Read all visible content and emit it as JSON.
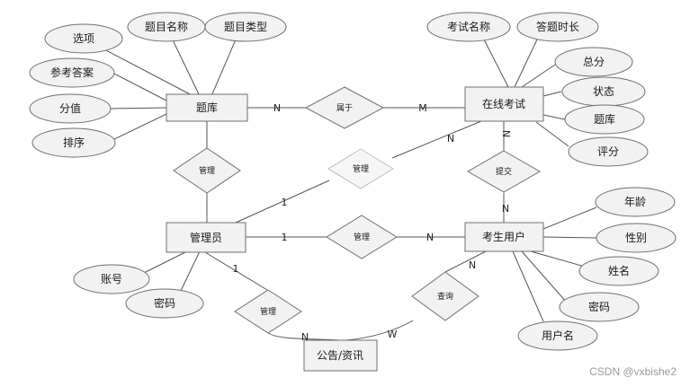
{
  "entities": {
    "question_bank": "题库",
    "online_exam": "在线考试",
    "admin": "管理员",
    "examinee": "考生用户",
    "notice": "公告/资讯"
  },
  "attributes": {
    "question_bank": [
      "选项",
      "题目名称",
      "题目类型",
      "参考答案",
      "分值",
      "排序"
    ],
    "online_exam": [
      "考试名称",
      "答题时长",
      "总分",
      "状态",
      "题库",
      "评分"
    ],
    "admin": [
      "账号",
      "密码"
    ],
    "examinee": [
      "年龄",
      "性别",
      "姓名",
      "密码",
      "用户名"
    ]
  },
  "relationships": {
    "belongs_to": "属于",
    "manage_bank": "管理",
    "manage_exam": "管理",
    "submit": "提交",
    "manage_user": "管理",
    "manage_notice": "管理",
    "query": "查询"
  },
  "cardinalities": {
    "bank_belongs": "N",
    "exam_belongs": "M",
    "exam_manage": "N",
    "admin_manage_exam": "1",
    "exam_submit": "N",
    "user_submit": "N",
    "admin_manage_user": "1",
    "user_manage": "N",
    "admin_manage_notice": "1",
    "notice_manage": "N",
    "user_query": "N",
    "notice_query": "W"
  },
  "watermark": "CSDN @vxbishe2"
}
